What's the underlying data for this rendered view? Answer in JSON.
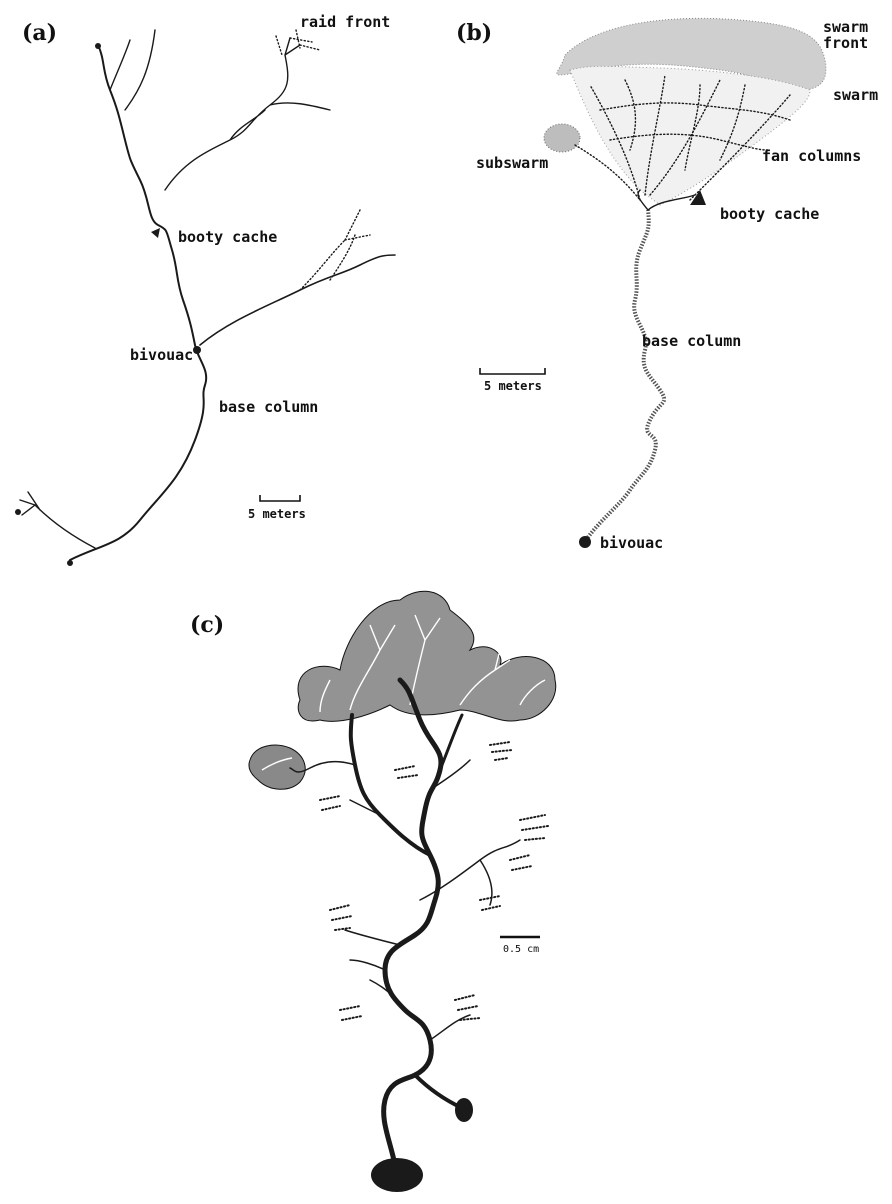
{
  "panels": {
    "a": {
      "letter": "(a)",
      "labels": {
        "raid_front": "raid front",
        "booty_cache": "booty cache",
        "bivouac": "bivouac",
        "base_column": "base column"
      },
      "scale": "5 meters"
    },
    "b": {
      "letter": "(b)",
      "labels": {
        "swarm_front_1": "swarm",
        "swarm_front_2": "front",
        "swarm": "swarm",
        "subswarm": "subswarm",
        "fan_columns": "fan columns",
        "booty_cache": "booty cache",
        "base_column": "base column",
        "bivouac": "bivouac"
      },
      "scale": "5 meters"
    },
    "c": {
      "letter": "(c)",
      "scale": "0.5 cm"
    }
  }
}
